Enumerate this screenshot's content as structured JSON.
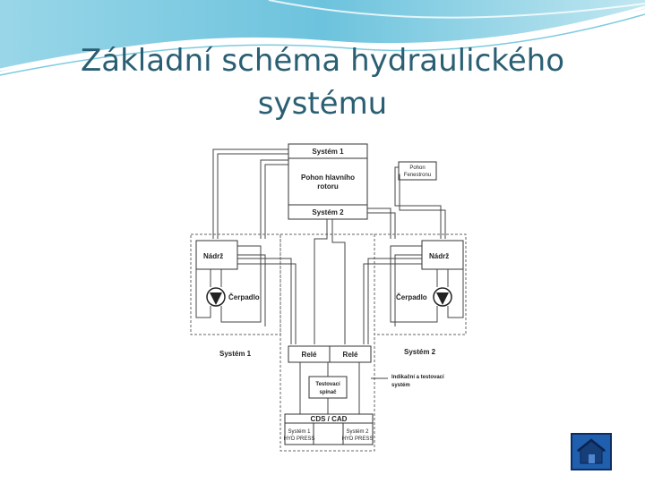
{
  "slide": {
    "title_line1": "Základní schéma hydraulického",
    "title_line2": "systému"
  },
  "diagram": {
    "system1_top": "Systém 1",
    "main_rotor_l1": "Pohon hlavního",
    "main_rotor_l2": "rotoru",
    "system2_mid": "Systém 2",
    "fenestron_l1": "Pohon",
    "fenestron_l2": "Fenestronu",
    "tank_left": "Nádrž",
    "tank_right": "Nádrž",
    "pump_left": "Čerpadlo",
    "pump_right": "Čerpadlo",
    "system1_left": "Systém 1",
    "system2_right": "Systém 2",
    "relay_left": "Relé",
    "relay_right": "Relé",
    "test_switch_l1": "Testovací",
    "test_switch_l2": "spínač",
    "indication_l1": "Indikační a testovací",
    "indication_l2": "systém",
    "cds_cad": "CDS / CAD",
    "hyd1_l1": "Systém 1",
    "hyd1_l2": "HYD PRESS",
    "hyd2_l1": "Systém 2",
    "hyd2_l2": "HYD PRESS"
  },
  "colors": {
    "title": "#2a5f73",
    "home_button": "#1f5fae"
  },
  "icons": {
    "home": "home-icon"
  }
}
